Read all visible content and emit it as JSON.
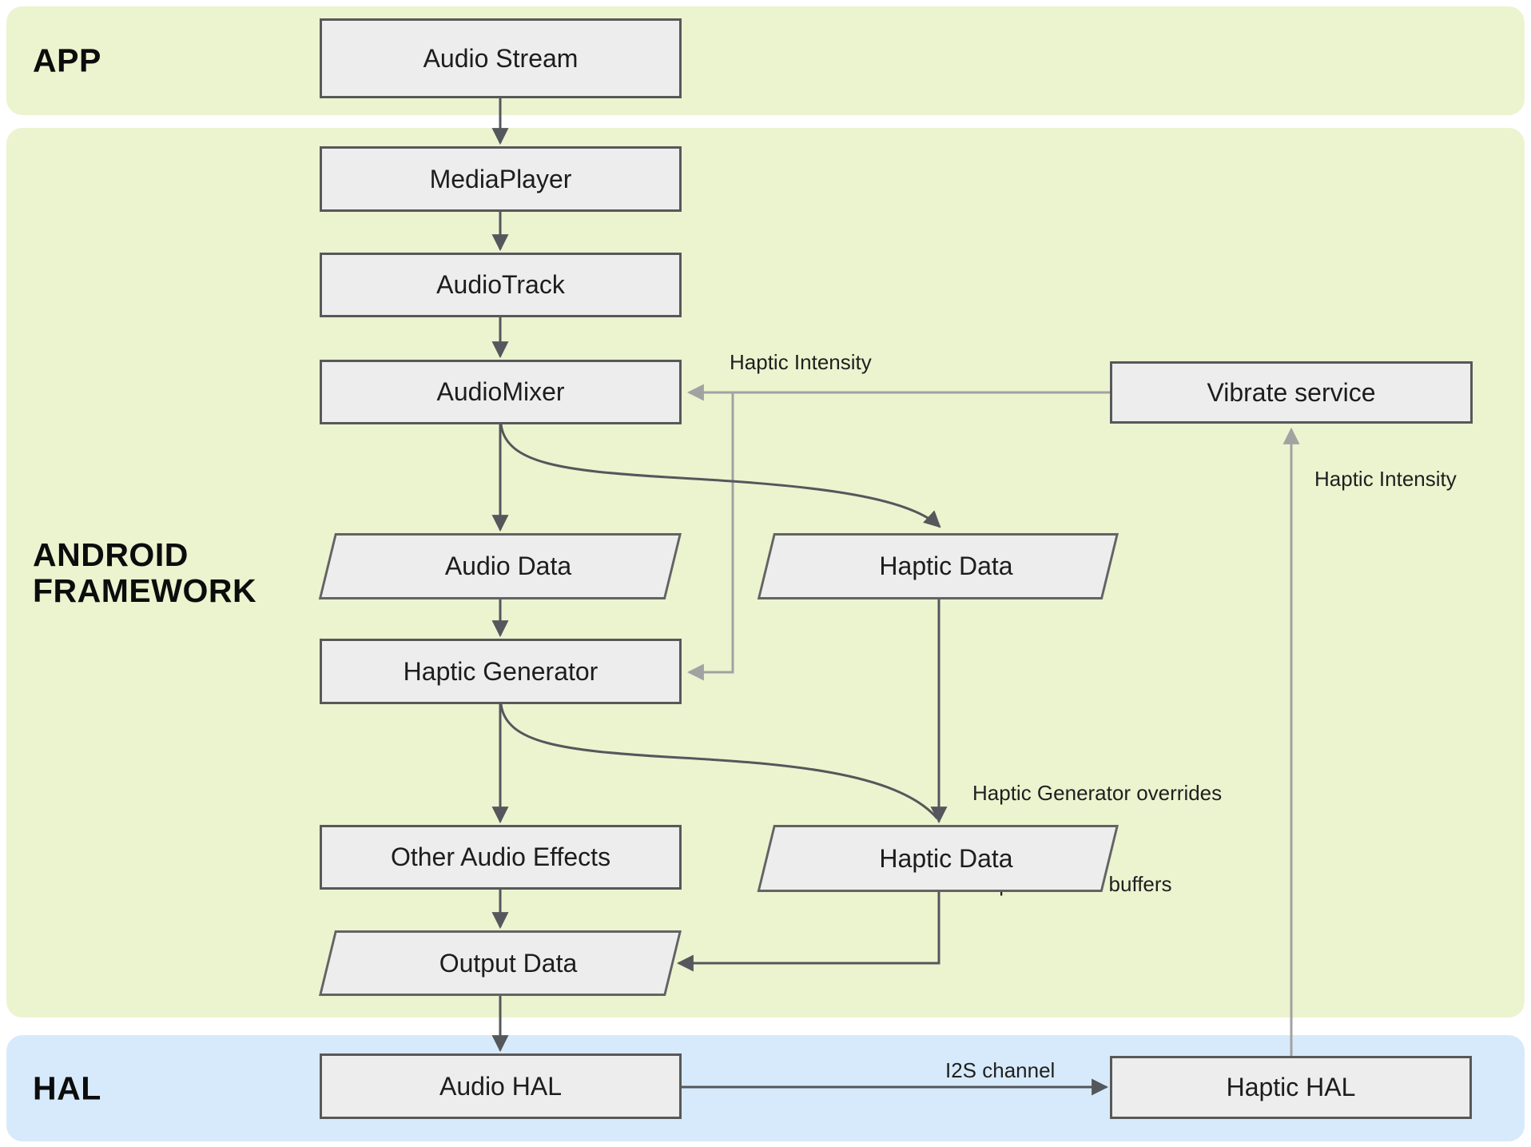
{
  "sections": {
    "app": {
      "label": "APP"
    },
    "framework": {
      "line1": "ANDROID",
      "line2": "FRAMEWORK"
    },
    "hal": {
      "label": "HAL"
    }
  },
  "nodes": {
    "audio_stream": {
      "label": "Audio Stream"
    },
    "media_player": {
      "label": "MediaPlayer"
    },
    "audio_track": {
      "label": "AudioTrack"
    },
    "audio_mixer": {
      "label": "AudioMixer"
    },
    "vibrate_service": {
      "label": "Vibrate service"
    },
    "audio_data": {
      "label": "Audio Data"
    },
    "haptic_data_top": {
      "label": "Haptic Data"
    },
    "haptic_generator": {
      "label": "Haptic Generator"
    },
    "other_audio_effects": {
      "label": "Other Audio Effects"
    },
    "haptic_data_bottom": {
      "label": "Haptic Data"
    },
    "output_data": {
      "label": "Output Data"
    },
    "audio_hal": {
      "label": "Audio HAL"
    },
    "haptic_hal": {
      "label": "Haptic HAL"
    }
  },
  "annotations": {
    "haptic_intensity_to_mixer": "Haptic Intensity",
    "haptic_intensity_to_vibrate": "Haptic Intensity",
    "override_note_line1": "Haptic Generator overrides",
    "override_note_line2": "Haptic Data in buffers",
    "i2s_channel": "I2S channel"
  },
  "colors": {
    "band_app": "#ecf3cf",
    "band_framework": "#ecf3cf",
    "band_hal": "#d7eafb",
    "node_fill": "#ededed",
    "node_border": "#58585a",
    "arrow_dark": "#54575b",
    "arrow_light": "#a2a2a2",
    "text": "#1d1d1d"
  }
}
